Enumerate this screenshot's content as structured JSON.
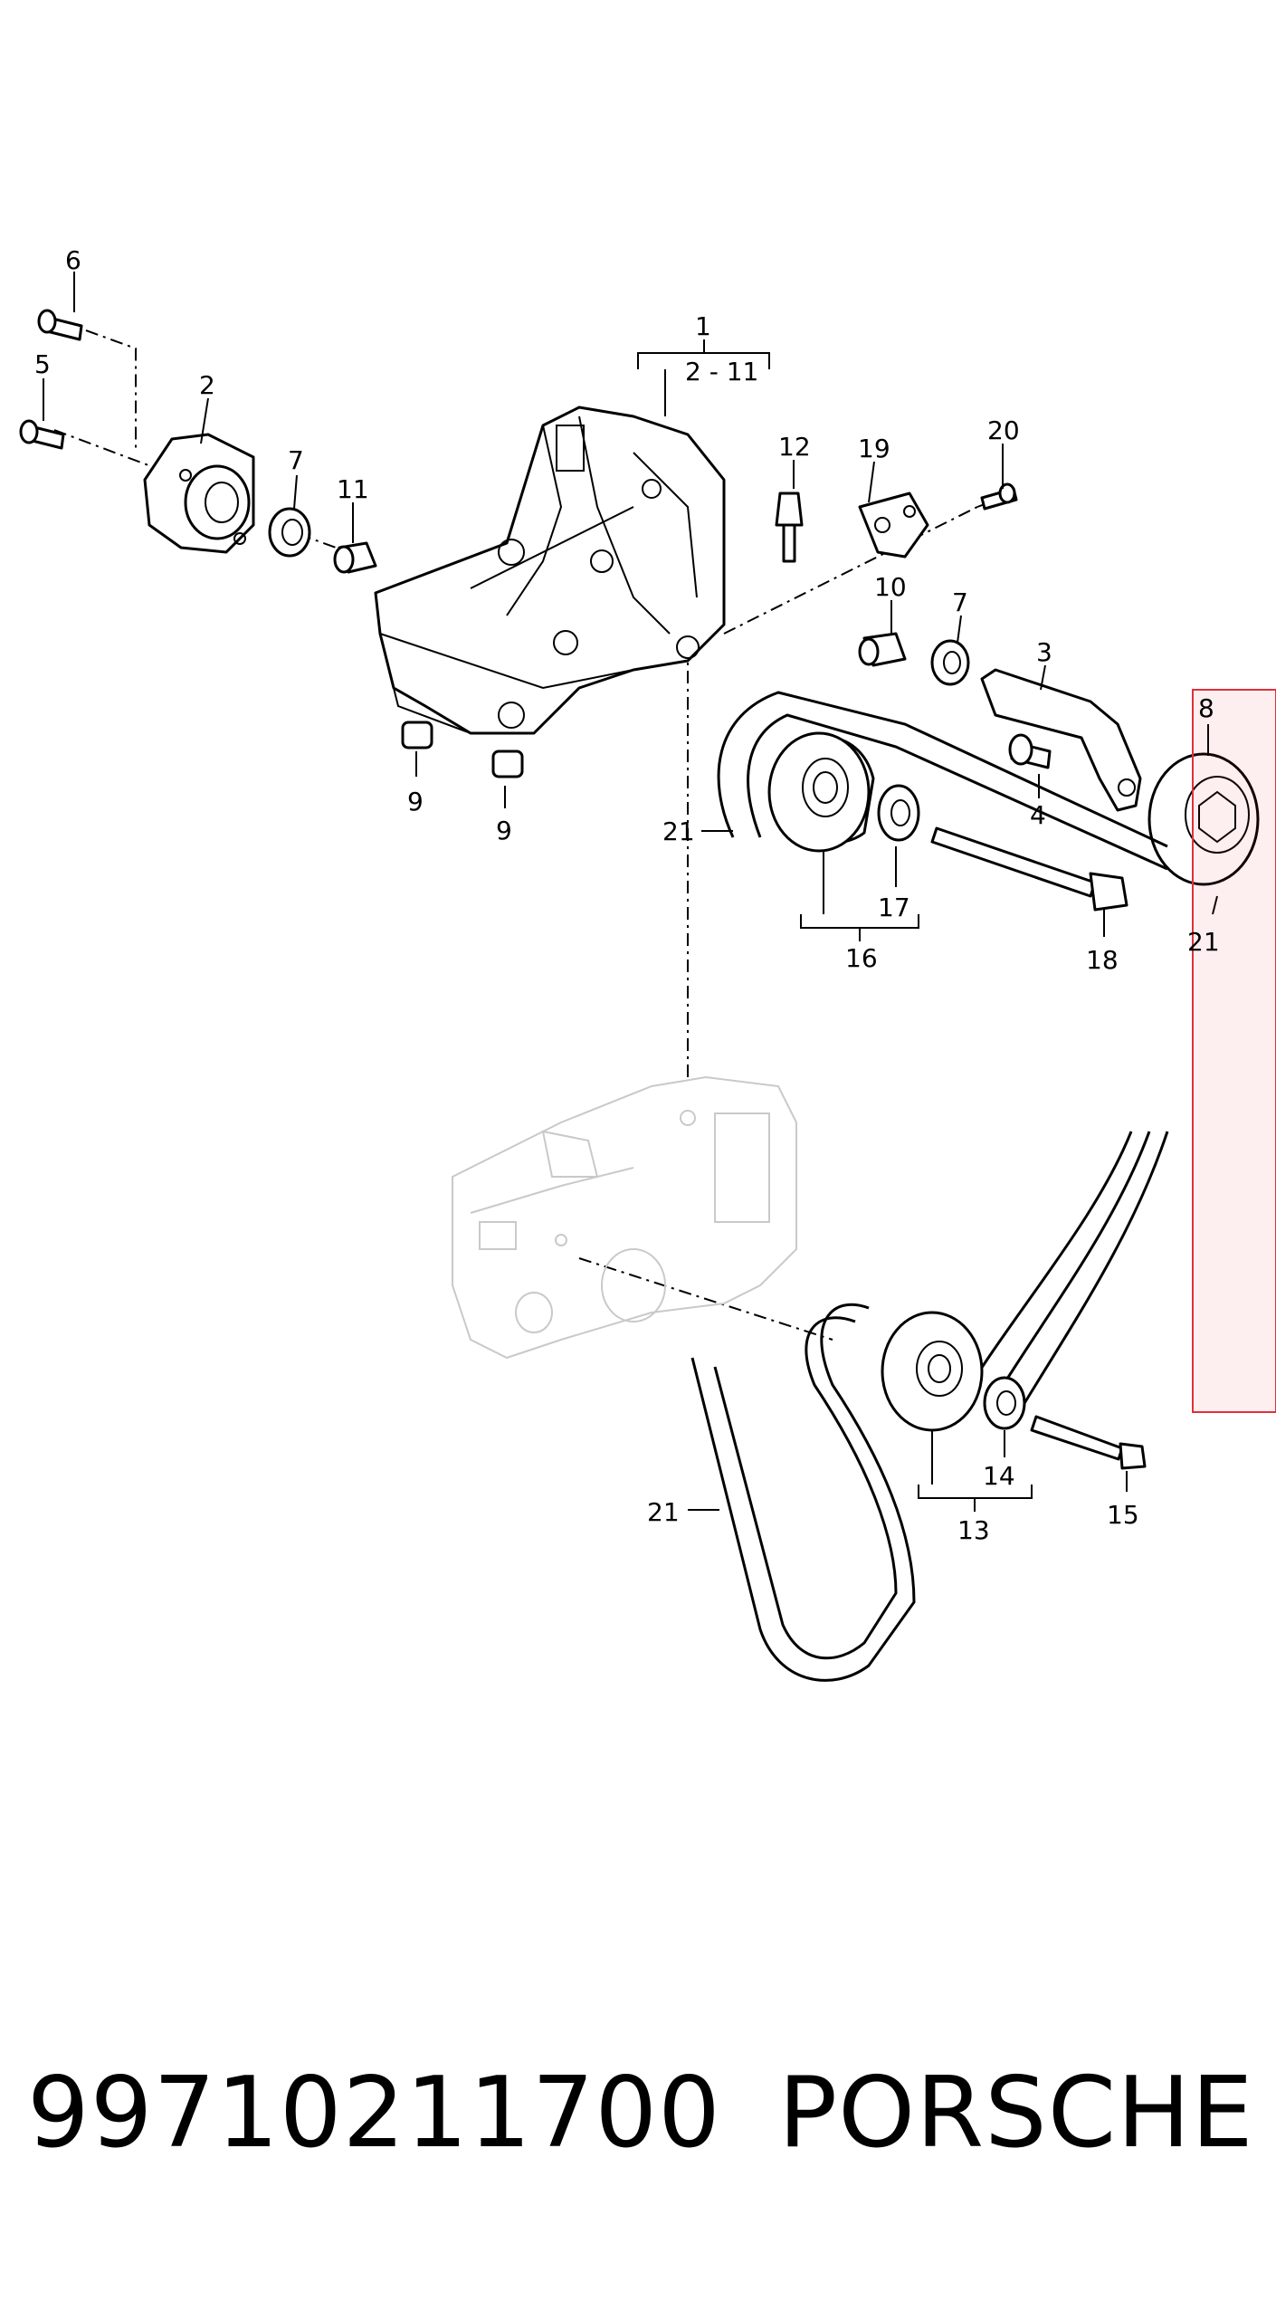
{
  "labels": {
    "p1": "1",
    "p1_range": "2 - 11",
    "p2": "2",
    "p3": "3",
    "p4": "4",
    "p5": "5",
    "p6": "6",
    "p7a": "7",
    "p7b": "7",
    "p8": "8",
    "p9a": "9",
    "p9b": "9",
    "p10": "10",
    "p11": "11",
    "p12": "12",
    "p13": "13",
    "p14": "14",
    "p15": "15",
    "p16": "16",
    "p17": "17",
    "p18": "18",
    "p19": "19",
    "p20": "20",
    "p21a": "21",
    "p21b": "21",
    "p21c": "21"
  },
  "footer": {
    "part_number": "99710211700",
    "brand": "PORSCHE"
  },
  "colors": {
    "highlight": "#e0303c",
    "line": "#000000",
    "engine_outline": "#c9c9c9"
  }
}
